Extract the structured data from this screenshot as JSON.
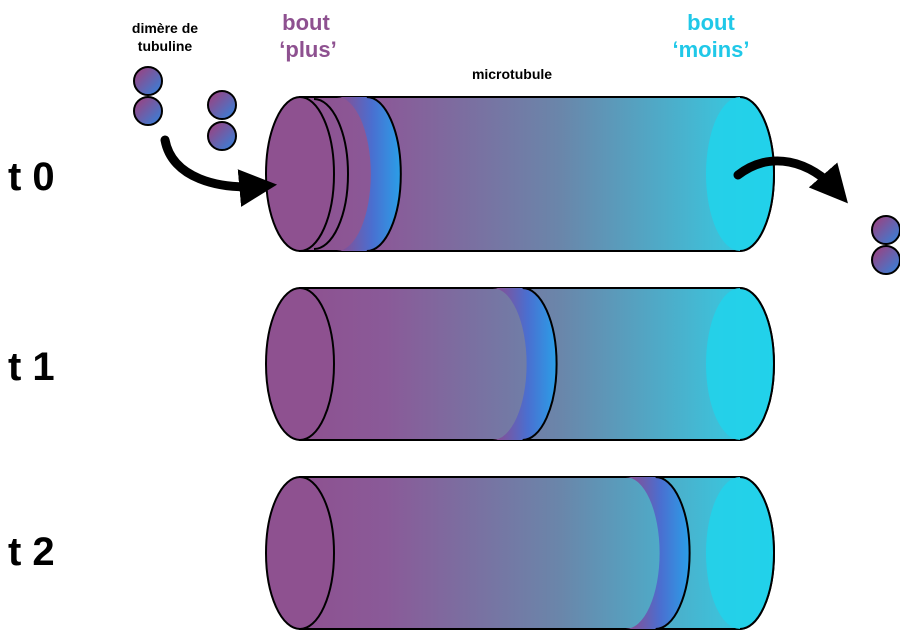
{
  "labels": {
    "dimer": [
      "dimère de",
      "tubuline"
    ],
    "plus_end": [
      "bout",
      "‘plus’"
    ],
    "minus_end": [
      "bout",
      "‘moins’"
    ],
    "microtubule": "microtubule"
  },
  "time_points": [
    "t 0",
    "t 1",
    "t 2"
  ],
  "colors": {
    "plus": "#8e5190",
    "minus": "#20d0e8",
    "dimer_top": "#8e4a8c",
    "dimer_bottom": "#2e86e0",
    "band": "#2a8ee6",
    "arrow": "#000000",
    "text": "#000000"
  },
  "band_positions": [
    0.06,
    0.47,
    0.82
  ]
}
